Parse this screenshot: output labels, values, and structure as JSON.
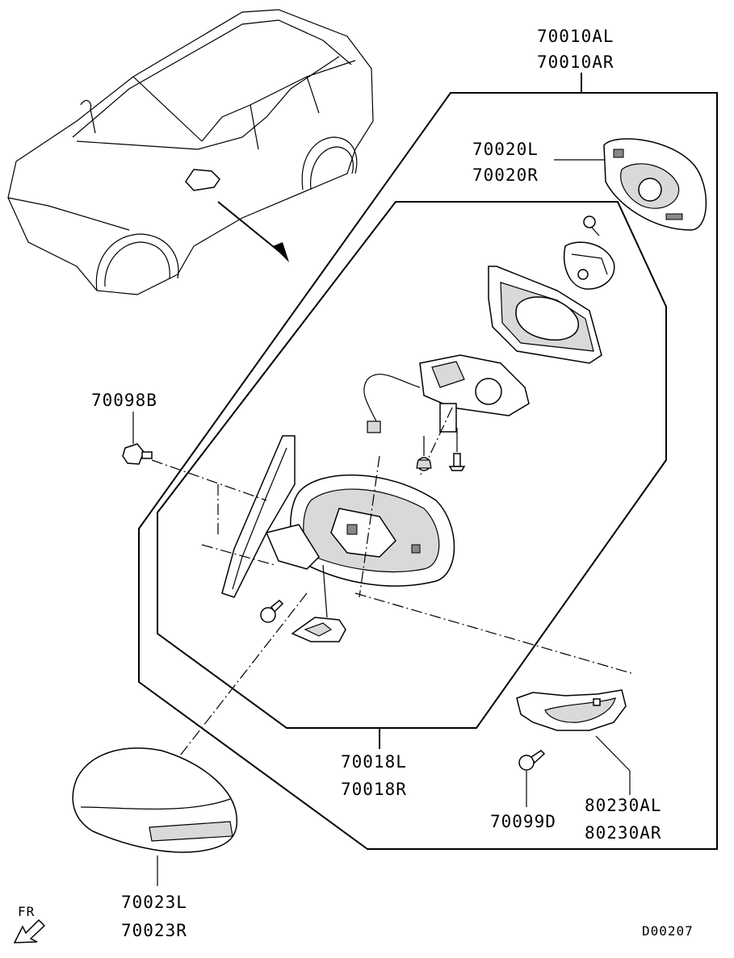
{
  "labels": {
    "assembly_l": "70010AL",
    "assembly_r": "70010AR",
    "glass_l": "70020L",
    "glass_r": "70020R",
    "bolt_b": "70098B",
    "housing_l": "70018L",
    "housing_r": "70018R",
    "screw_d": "70099D",
    "lamp_l": "80230AL",
    "lamp_r": "80230AR",
    "cover_l": "70023L",
    "cover_r": "70023R",
    "front": "FR",
    "diagram_code": "D00207"
  }
}
